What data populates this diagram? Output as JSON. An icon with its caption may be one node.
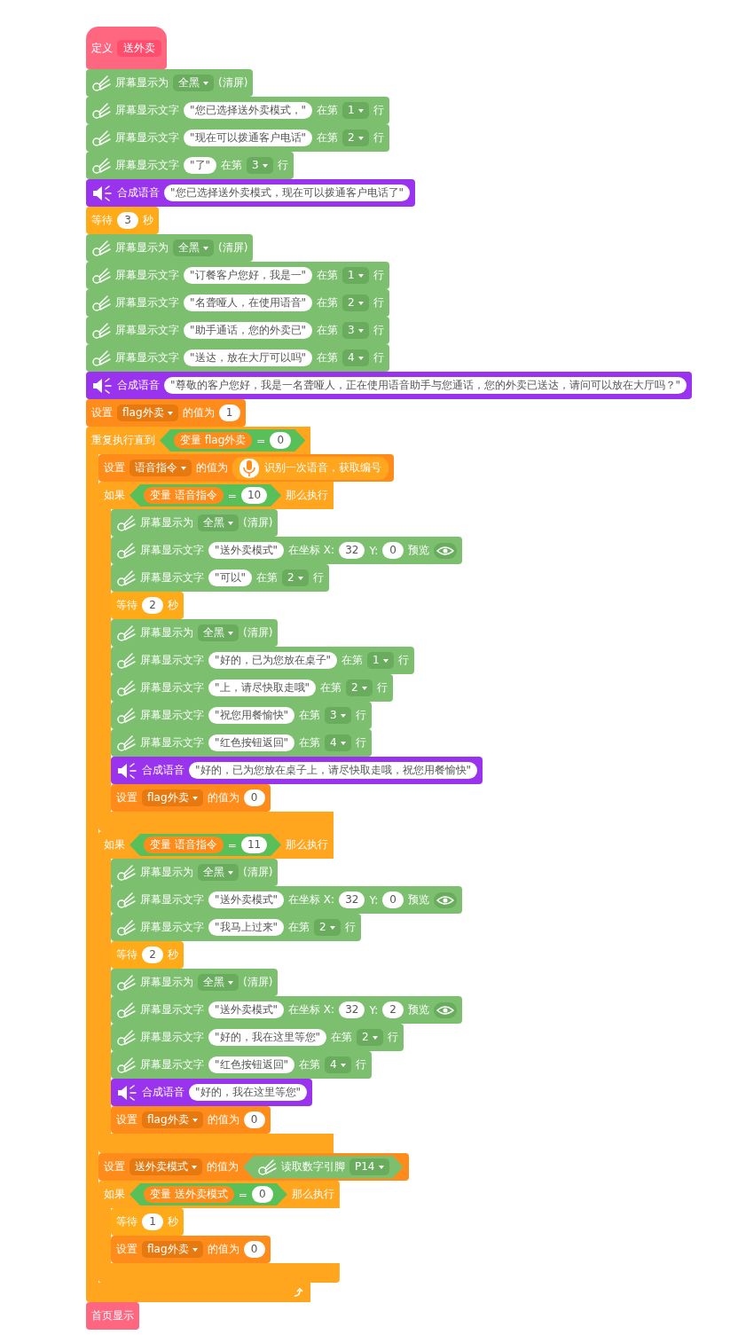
{
  "diagram": {
    "nodes": [
      {
        "text": [
          "定义",
          "送外卖"
        ]
      },
      {
        "text": [
          "屏幕显示为",
          "全黑",
          "(清屏)"
        ]
      },
      {
        "text": [
          "屏幕显示文字",
          "\"您已选择送外卖模式，\"",
          "在第",
          "1",
          "行"
        ]
      },
      {
        "text": [
          "屏幕显示文字",
          "\"现在可以拨通客户电话\"",
          "在第",
          "2",
          "行"
        ]
      },
      {
        "text": [
          "屏幕显示文字",
          "\"了\"",
          "在第",
          "3",
          "行"
        ]
      },
      {
        "text": [
          "合成语音",
          "\"您已选择送外卖模式，现在可以拨通客户电话了\""
        ]
      },
      {
        "text": [
          "等待",
          "3",
          "秒"
        ]
      },
      {
        "text": [
          "屏幕显示为",
          "全黑",
          "(清屏)"
        ]
      },
      {
        "text": [
          "屏幕显示文字",
          "\"订餐客户您好，我是一\"",
          "在第",
          "1",
          "行"
        ]
      },
      {
        "text": [
          "屏幕显示文字",
          "\"名聋哑人，在使用语音\"",
          "在第",
          "2",
          "行"
        ]
      },
      {
        "text": [
          "屏幕显示文字",
          "\"助手通话，您的外卖已\"",
          "在第",
          "3",
          "行"
        ]
      },
      {
        "text": [
          "屏幕显示文字",
          "\"送达，放在大厅可以吗\"",
          "在第",
          "4",
          "行"
        ]
      },
      {
        "text": [
          "合成语音",
          "\"尊敬的客户您好，我是一名聋哑人，正在使用语音助手与您通话，您的外卖已送达，请问可以放在大厅吗？\""
        ]
      },
      {
        "text": [
          "设置",
          "flag外卖",
          "的值为",
          "1"
        ]
      },
      {
        "text": [
          "重复执行直到",
          "变量 flag外卖",
          "=",
          "0"
        ]
      },
      {
        "text": [
          "设置",
          "语音指令",
          "的值为",
          "识别一次语音，获取编号"
        ],
        "in": 14
      },
      {
        "text": [
          "如果",
          "变量 语音指令",
          "=",
          "10",
          "那么执行"
        ],
        "in": 14
      },
      {
        "text": [
          "屏幕显示为",
          "全黑",
          "(清屏)"
        ],
        "in": 16
      },
      {
        "text": [
          "屏幕显示文字",
          "\"送外卖模式\"",
          "在坐标 X:",
          "32",
          "Y:",
          "0",
          "预览"
        ],
        "in": 16
      },
      {
        "text": [
          "屏幕显示文字",
          "\"可以\"",
          "在第",
          "2",
          "行"
        ],
        "in": 16
      },
      {
        "text": [
          "等待",
          "2",
          "秒"
        ],
        "in": 16
      },
      {
        "text": [
          "屏幕显示为",
          "全黑",
          "(清屏)"
        ],
        "in": 16
      },
      {
        "text": [
          "屏幕显示文字",
          "\"好的，已为您放在桌子\"",
          "在第",
          "1",
          "行"
        ],
        "in": 16
      },
      {
        "text": [
          "屏幕显示文字",
          "\"上，请尽快取走哦\"",
          "在第",
          "2",
          "行"
        ],
        "in": 16
      },
      {
        "text": [
          "屏幕显示文字",
          "\"祝您用餐愉快\"",
          "在第",
          "3",
          "行"
        ],
        "in": 16
      },
      {
        "text": [
          "屏幕显示文字",
          "\"红色按钮返回\"",
          "在第",
          "4",
          "行"
        ],
        "in": 16
      },
      {
        "text": [
          "合成语音",
          "\"好的，已为您放在桌子上，请尽快取走哦，祝您用餐愉快\""
        ],
        "in": 16
      },
      {
        "text": [
          "设置",
          "flag外卖",
          "的值为",
          "0"
        ],
        "in": 16
      },
      {
        "text": [
          "如果",
          "变量 语音指令",
          "=",
          "11",
          "那么执行"
        ],
        "in": 14
      },
      {
        "text": [
          "屏幕显示为",
          "全黑",
          "(清屏)"
        ],
        "in": 28
      },
      {
        "text": [
          "屏幕显示文字",
          "\"送外卖模式\"",
          "在坐标 X:",
          "32",
          "Y:",
          "0",
          "预览"
        ],
        "in": 28
      },
      {
        "text": [
          "屏幕显示文字",
          "\"我马上过来\"",
          "在第",
          "2",
          "行"
        ],
        "in": 28
      },
      {
        "text": [
          "等待",
          "2",
          "秒"
        ],
        "in": 28
      },
      {
        "text": [
          "屏幕显示为",
          "全黑",
          "(清屏)"
        ],
        "in": 28
      },
      {
        "text": [
          "屏幕显示文字",
          "\"送外卖模式\"",
          "在坐标 X:",
          "32",
          "Y:",
          "2",
          "预览"
        ],
        "in": 28
      },
      {
        "text": [
          "屏幕显示文字",
          "\"好的，我在这里等您\"",
          "在第",
          "2",
          "行"
        ],
        "in": 28
      },
      {
        "text": [
          "屏幕显示文字",
          "\"红色按钮返回\"",
          "在第",
          "4",
          "行"
        ],
        "in": 28
      },
      {
        "text": [
          "合成语音",
          "\"好的，我在这里等您\""
        ],
        "in": 28
      },
      {
        "text": [
          "设置",
          "flag外卖",
          "的值为",
          "0"
        ],
        "in": 28
      },
      {
        "text": [
          "设置",
          "送外卖模式",
          "的值为",
          "读取数字引脚",
          "P14"
        ],
        "in": 14
      },
      {
        "text": [
          "如果",
          "变量 送外卖模式",
          "=",
          "0",
          "那么执行"
        ],
        "in": 14
      },
      {
        "text": [
          "等待",
          "1",
          "秒"
        ],
        "in": 40
      },
      {
        "text": [
          "设置",
          "flag外卖",
          "的值为",
          "0"
        ],
        "in": 40
      },
      {
        "text": [
          "首页显示"
        ]
      }
    ]
  }
}
